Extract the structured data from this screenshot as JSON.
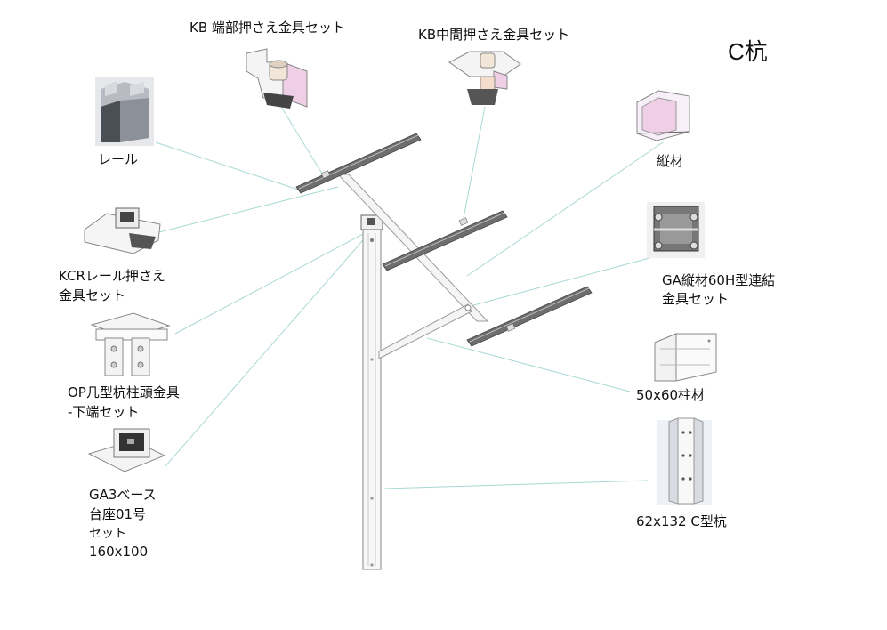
{
  "title": "C杭",
  "labels": {
    "kb_end": "KB 端部押さえ金具セット",
    "kb_mid": "KB中間押さえ金具セット",
    "rail": "レール",
    "kcr_1": "KCRレール押さえ",
    "kcr_2": "金具セット",
    "op_1": "OP几型杭柱頭金具",
    "op_2": "-下端セット",
    "ga3_1": "GA3ベース",
    "ga3_2": "台座01号",
    "ga3_3": "セット",
    "ga3_4": "160x100",
    "tate": "縦材",
    "ga60_1": "GA縦材60H型連結",
    "ga60_2": "金具セット",
    "pillar": "50x60柱材",
    "cpile": "62x132 C型杭"
  },
  "colors": {
    "leader": "#a8d8d4",
    "rail": "#6e6e6e",
    "frame": "#9a9a9a",
    "part_fill": "#e8e4ec",
    "part_pink": "#efcfe6"
  }
}
